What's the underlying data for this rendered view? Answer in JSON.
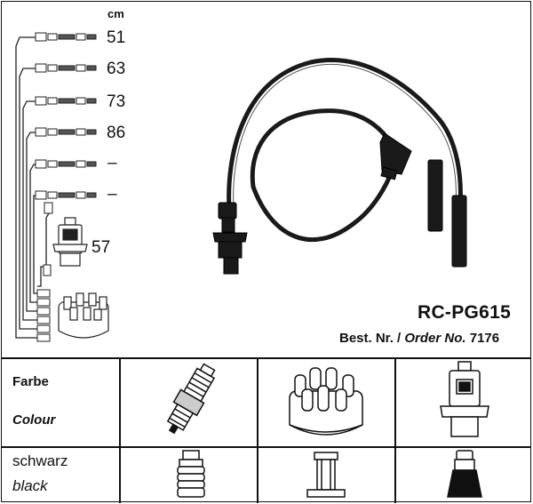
{
  "diagram": {
    "unit_label": "cm",
    "leads": [
      {
        "length": "51"
      },
      {
        "length": "63"
      },
      {
        "length": "73"
      },
      {
        "length": "86"
      },
      {
        "length": "–"
      },
      {
        "length": "–"
      },
      {
        "length": "57"
      }
    ]
  },
  "product": {
    "model": "RC-PG615",
    "order_prefix_de": "Best. Nr. /",
    "order_label_en": "Order No.",
    "order_number": "7176"
  },
  "spec_table": {
    "header_de": "Farbe",
    "header_en": "Colour",
    "colour_de": "schwarz",
    "colour_en": "black",
    "icons": [
      "spark-plug-icon",
      "distributor-cap-icon",
      "ignition-coil-icon"
    ],
    "boot_icons": [
      "plug-boot-icon",
      "cap-terminal-icon",
      "coil-boot-icon"
    ]
  }
}
